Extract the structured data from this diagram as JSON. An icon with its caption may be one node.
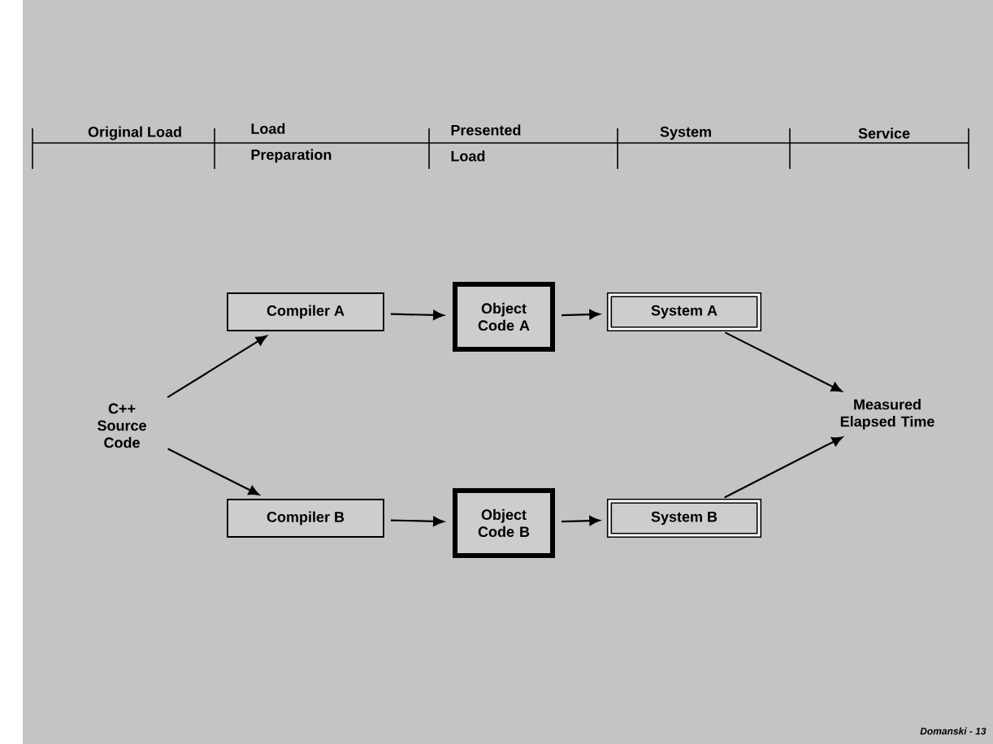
{
  "diagram": {
    "nodes": [
      {
        "text": [
          "C++ Source Code"
        ]
      },
      {
        "text": [
          "Compiler A"
        ]
      },
      {
        "text": [
          "Compiler B"
        ]
      },
      {
        "text": [
          "Object Code A"
        ]
      },
      {
        "text": [
          "Object Code B"
        ]
      },
      {
        "text": [
          "System A"
        ]
      },
      {
        "text": [
          "System B"
        ]
      },
      {
        "text": [
          "Measured Elapsed Time"
        ]
      }
    ],
    "edges": [
      {
        "from": 0,
        "to": 1,
        "arrow": "to"
      },
      {
        "from": 0,
        "to": 2,
        "arrow": "to"
      },
      {
        "from": 1,
        "to": 3,
        "arrow": "to"
      },
      {
        "from": 2,
        "to": 4,
        "arrow": "to"
      },
      {
        "from": 3,
        "to": 5,
        "arrow": "to"
      },
      {
        "from": 4,
        "to": 6,
        "arrow": "to"
      },
      {
        "from": 5,
        "to": 7,
        "arrow": "to"
      },
      {
        "from": 6,
        "to": 7,
        "arrow": "to"
      }
    ],
    "labels": [
      "Original Load",
      "Load Preparation",
      "Presented Load",
      "System",
      "Service",
      "Domanski - 13"
    ]
  }
}
